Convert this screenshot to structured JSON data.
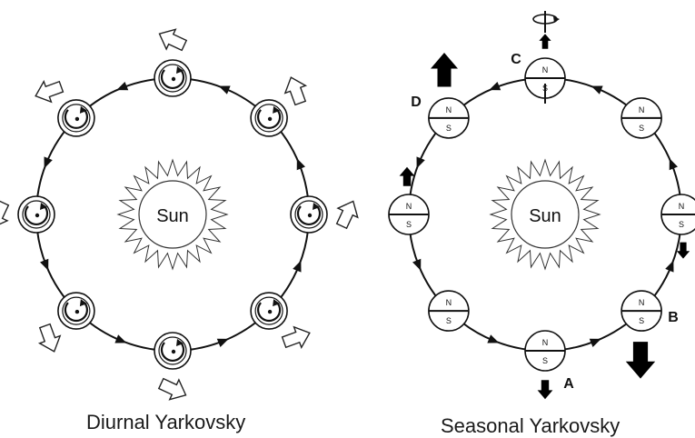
{
  "diagrams": {
    "diurnal": {
      "caption": "Diurnal Yarkovsky",
      "sun_label": "Sun",
      "body_count": 8,
      "arrow_style": "hollow",
      "orbit_direction": "counterclockwise"
    },
    "seasonal": {
      "caption": "Seasonal Yarkovsky",
      "sun_label": "Sun",
      "pole_labels": {
        "north": "N",
        "south": "S"
      },
      "point_labels": [
        "A",
        "B",
        "C",
        "D"
      ],
      "body_count": 8,
      "arrow_style": "filled",
      "orbit_direction": "counterclockwise",
      "spin_axis_indicator": "rotation-arrow-icon"
    }
  },
  "colors": {
    "line": "#111111",
    "background": "#ffffff",
    "fill_body": "#ffffff",
    "filled_arrow": "#000000"
  }
}
